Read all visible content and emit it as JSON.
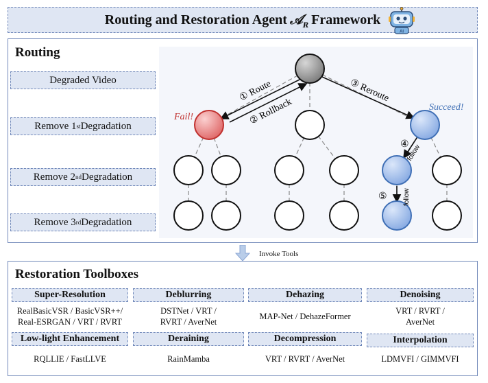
{
  "title": {
    "before": "Routing and Restoration Agent",
    "glyph": "𝒜",
    "glyph_sub": "R",
    "after": "Framework",
    "icon": "robot-icon"
  },
  "routing": {
    "heading": "Routing",
    "stages": [
      {
        "text": "Degraded Video",
        "sup": "",
        "rest": ""
      },
      {
        "text": "Remove 1",
        "sup": "st",
        "rest": " Degradation"
      },
      {
        "text": "Remove 2",
        "sup": "nd",
        "rest": " Degradation"
      },
      {
        "text": "Remove 3",
        "sup": "rd",
        "rest": " Degradation"
      }
    ],
    "annotations": {
      "step1": "① Route",
      "step2": "② Rollback",
      "step3": "③ Reroute",
      "step4": "④",
      "step4_text": "follow",
      "step5": "⑤",
      "step5_text": "follow",
      "fail": "Fail!",
      "succeed": "Succeed!"
    },
    "colors": {
      "root": "#8c8c8c",
      "fail": "#e06a6a",
      "success": "#8fb1e6",
      "node": "#ffffff",
      "fail_text": "#c0312f",
      "success_text": "#3f6fb5"
    }
  },
  "invoke": {
    "label": "Invoke Tools",
    "icon": "down-arrow-icon"
  },
  "toolboxes": {
    "heading": "Restoration Toolboxes",
    "categories": [
      {
        "name": "Super-Resolution",
        "tools": "RealBasicVSR / BasicVSR++/\nReal-ESRGAN / VRT / RVRT"
      },
      {
        "name": "Deblurring",
        "tools": "DSTNet / VRT /\nRVRT / AverNet"
      },
      {
        "name": "Dehazing",
        "tools": "MAP-Net / DehazeFormer"
      },
      {
        "name": "Denoising",
        "tools": "VRT / RVRT /\nAverNet"
      },
      {
        "name": "Low-light Enhancement",
        "tools": "RQLLIE / FastLLVE"
      },
      {
        "name": "Deraining",
        "tools": "RainMamba"
      },
      {
        "name": "Decompression",
        "tools": "VRT / RVRT / AverNet"
      },
      {
        "name": "Interpolation",
        "tools": "LDMVFI / GIMMVFI"
      }
    ]
  }
}
